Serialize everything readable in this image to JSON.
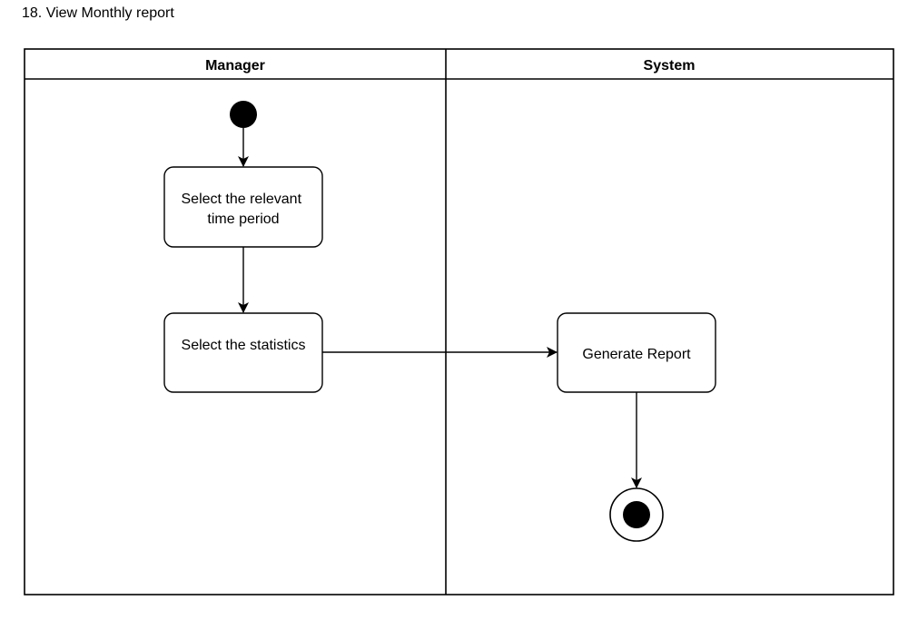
{
  "page": {
    "title": "18. View Monthly report"
  },
  "diagram": {
    "type": "uml-activity-swimlane",
    "lanes": [
      {
        "id": "manager",
        "label": "Manager"
      },
      {
        "id": "system",
        "label": "System"
      }
    ],
    "activities": [
      {
        "id": "select-time-period",
        "lane": "manager",
        "lines": [
          "Select the relevant",
          "time period"
        ]
      },
      {
        "id": "select-statistics",
        "lane": "manager",
        "lines": [
          "Select the statistics"
        ]
      },
      {
        "id": "generate-report",
        "lane": "system",
        "lines": [
          "Generate Report"
        ]
      }
    ],
    "nodes": [
      {
        "id": "start",
        "kind": "initial-node",
        "lane": "manager"
      },
      {
        "id": "end",
        "kind": "final-node",
        "lane": "system"
      }
    ],
    "flows": [
      {
        "from": "start",
        "to": "select-time-period"
      },
      {
        "from": "select-time-period",
        "to": "select-statistics"
      },
      {
        "from": "select-statistics",
        "to": "generate-report"
      },
      {
        "from": "generate-report",
        "to": "end"
      }
    ],
    "colors": {
      "stroke": "#000000",
      "fill": "#ffffff",
      "node_fill": "#000000"
    }
  }
}
